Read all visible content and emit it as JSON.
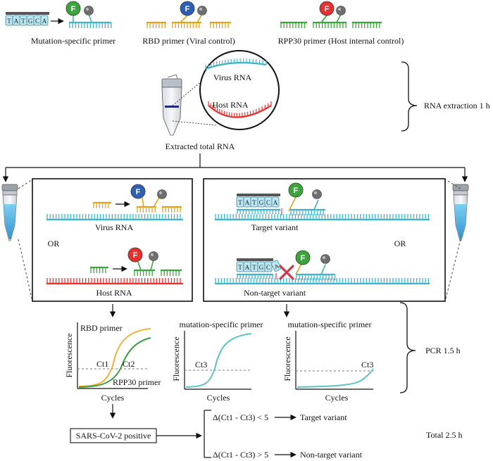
{
  "primers": {
    "mutation": {
      "label": "Mutation-specific primer",
      "bases": [
        "T",
        "A",
        "T",
        "G",
        "C",
        "A"
      ],
      "fluor": "F"
    },
    "rbd": {
      "label": "RBD primer (Viral control)",
      "fluor": "F"
    },
    "rpp30": {
      "label": "RPP30 primer (Host internal control)",
      "fluor": "F"
    }
  },
  "extraction": {
    "virus_label": "Virus RNA",
    "host_label": "Host RNA",
    "tube_caption": "Extracted total RNA",
    "step_label": "RNA extraction 1 h"
  },
  "left_panel": {
    "virus_label": "Virus RNA",
    "or_label": "OR",
    "host_label": "Host RNA"
  },
  "right_panel": {
    "target_label": "Target variant",
    "or_label": "OR",
    "nontarget_label": "Non-target variant"
  },
  "plots": {
    "fluorescence": "Fluorescence",
    "cycles": "Cycles",
    "rbd_primer": "RBD primer",
    "rpp30_primer": "RPP30 primer",
    "ct1": "Ct1",
    "ct2": "Ct2",
    "ct3": "Ct3",
    "mutation_primer": "mutation-specific primer",
    "pcr_label": "PCR 1.5 h"
  },
  "result": {
    "positive": "SARS-CoV-2 positive",
    "cond_lt": "Δ(Ct1 - Ct3) < 5",
    "cond_gt": "Δ(Ct1 - Ct3) > 5",
    "target": "Target variant",
    "nontarget": "Non-target variant",
    "total": "Total 2.5 h"
  },
  "colors": {
    "teal": "#3fb4c6",
    "gold": "#e3a319",
    "green": "#3aa63a",
    "red": "#e8312f",
    "blue": "#2c5fb5",
    "grey_probe": "#6f6f6f",
    "curve_teal": "#5cc3c4",
    "curve_gold": "#f2b23a",
    "curve_green": "#3e9a3e"
  }
}
